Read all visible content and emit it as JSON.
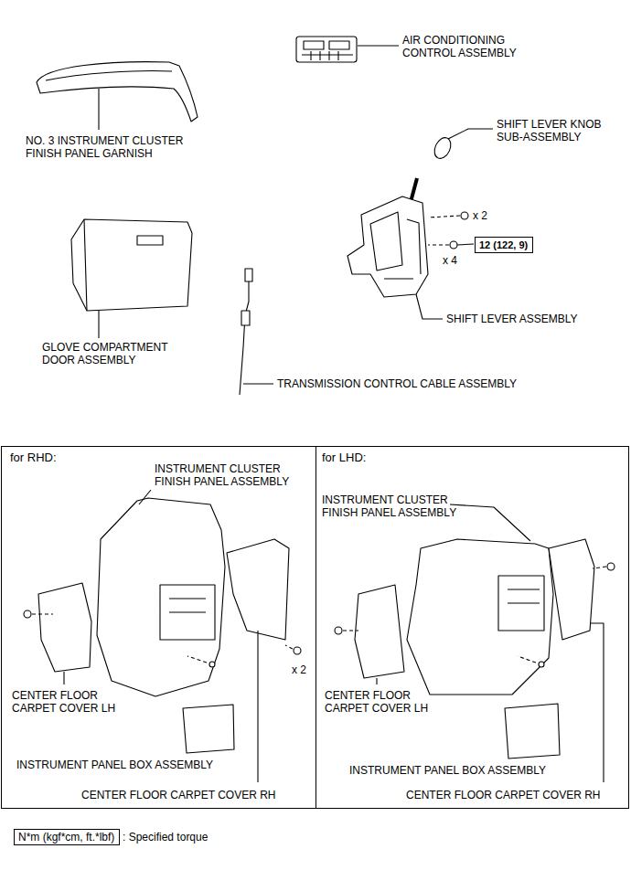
{
  "diagram": {
    "nodes": [
      {
        "text": [
          "12 (122, 9)"
        ]
      },
      {
        "text": [
          "for RHD:",
          "INSTRUMENT CLUSTER FINISH PANEL ASSEMBLY",
          "x 2",
          "CENTER FLOOR CARPET COVER LH",
          "INSTRUMENT PANEL BOX ASSEMBLY",
          "CENTER FLOOR CARPET COVER RH"
        ]
      },
      {
        "text": [
          "for LHD:",
          "INSTRUMENT CLUSTER FINISH PANEL ASSEMBLY",
          "CENTER FLOOR CARPET COVER LH",
          "INSTRUMENT PANEL BOX ASSEMBLY",
          "CENTER FLOOR CARPET COVER RH"
        ]
      },
      {
        "text": [
          "N*m (kgf*cm, ft.*lbf)"
        ]
      }
    ],
    "labels": [
      "AIR CONDITIONING CONTROL ASSEMBLY",
      "NO. 3 INSTRUMENT CLUSTER FINISH PANEL GARNISH",
      "SHIFT LEVER KNOB SUB-ASSEMBLY",
      "x 2",
      "x 4",
      "SHIFT LEVER ASSEMBLY",
      "GLOVE COMPARTMENT DOOR ASSEMBLY",
      "TRANSMISSION CONTROL CABLE ASSEMBLY",
      ": Specified torque"
    ]
  }
}
